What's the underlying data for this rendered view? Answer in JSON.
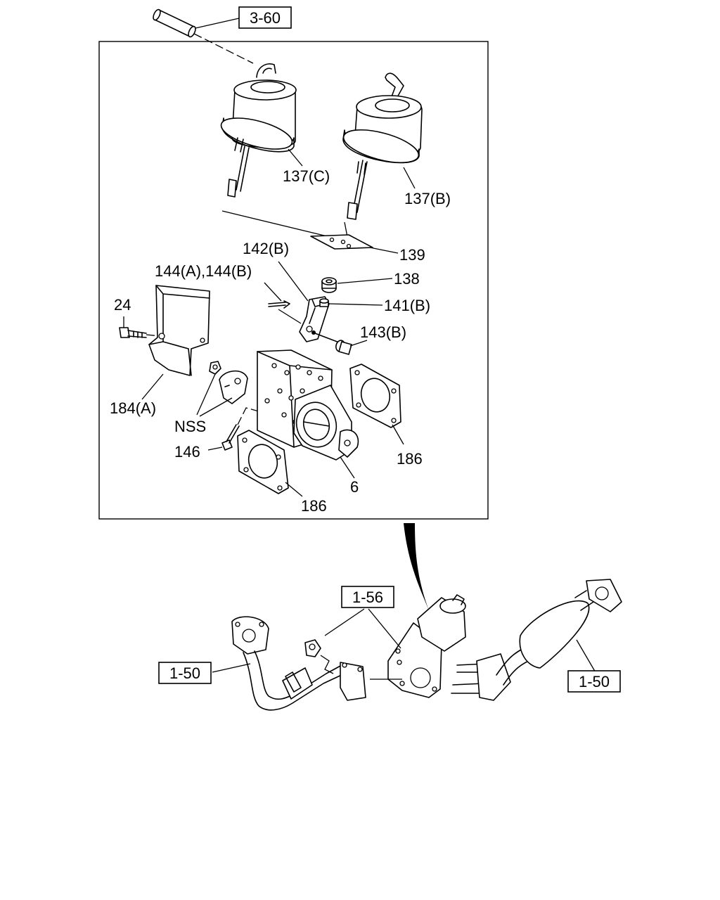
{
  "callouts": {
    "ref_3_60": "3-60",
    "p137c": "137(C)",
    "p137b": "137(B)",
    "p139": "139",
    "p142b": "142(B)",
    "p144": "144(A),144(B)",
    "p138": "138",
    "p141b": "141(B)",
    "p24": "24",
    "p143b": "143(B)",
    "p184a": "184(A)",
    "nss": "NSS",
    "p146": "146",
    "p186_right": "186",
    "p6": "6",
    "p186_bottom": "186",
    "ref_1_56": "1-56",
    "ref_1_50_left": "1-50",
    "ref_1_50_right": "1-50"
  }
}
